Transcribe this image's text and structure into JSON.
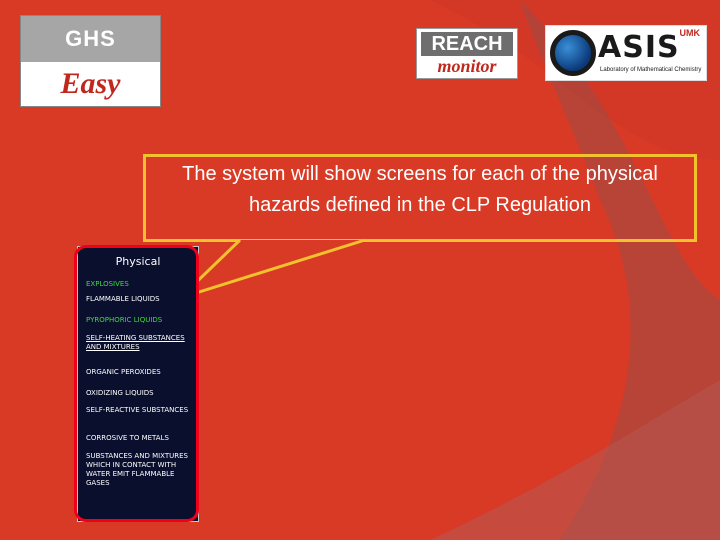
{
  "logos": {
    "ghs": {
      "top": "GHS",
      "bottom": "Easy"
    },
    "reach": {
      "top": "REACH",
      "bottom": "monitor"
    },
    "oasis": {
      "word": "ASIS",
      "badge": "UMK",
      "subtitle": "Laboratory of Mathematical Chemistry"
    }
  },
  "callout": {
    "text": "The system will show screens for each of the physical hazards defined in the CLP Regulation"
  },
  "panel": {
    "title": "Physical",
    "items": [
      {
        "label": "EXPLOSIVES",
        "color": "#3ddc3d"
      },
      {
        "label": "FLAMMABLE LIQUIDS",
        "color": "#ffffff"
      },
      {
        "label": "PYROPHORIC LIQUIDS",
        "color": "#3ddc3d"
      },
      {
        "label": "SELF-HEATING SUBSTANCES AND MIXTURES",
        "color": "#ffffff"
      },
      {
        "label": "ORGANIC PEROXIDES",
        "color": "#ffffff"
      },
      {
        "label": "OXIDIZING LIQUIDS",
        "color": "#ffffff"
      },
      {
        "label": "SELF-REACTIVE SUBSTANCES",
        "color": "#ffffff"
      },
      {
        "label": "CORROSIVE TO METALS",
        "color": "#ffffff"
      },
      {
        "label": "SUBSTANCES AND MIXTURES WHICH IN CONTACT WITH WATER EMIT FLAMMABLE GASES",
        "color": "#ffffff"
      }
    ]
  },
  "colors": {
    "background": "#d93a26",
    "callout_border": "#f2c22e",
    "highlight": "#f00018",
    "panel_bg": "#0a0f2e"
  }
}
